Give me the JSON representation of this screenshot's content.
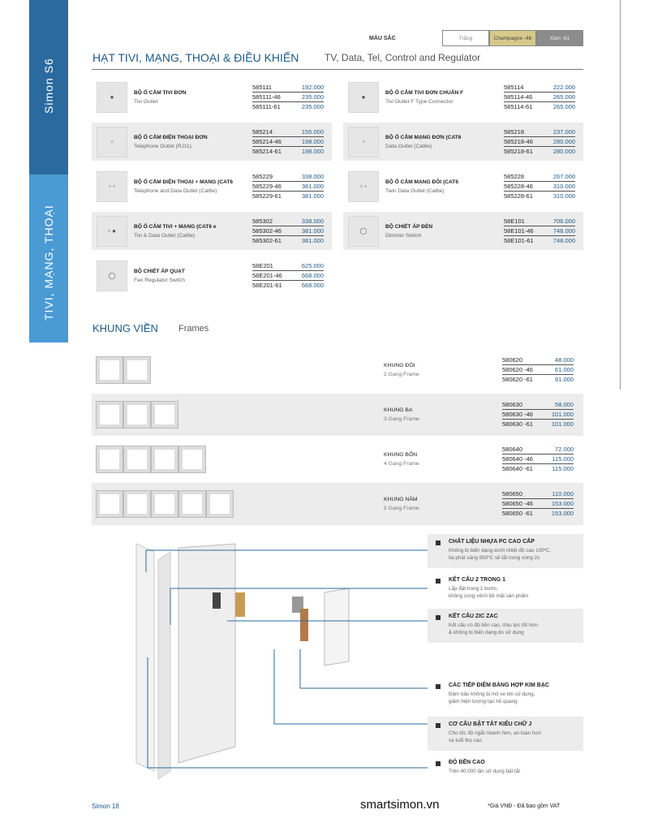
{
  "sidebar": {
    "top": "Simon  S6",
    "bottom": "TIVI, MẠNG, THOẠI"
  },
  "colors": {
    "label": "MÀU SẮC",
    "swatches": [
      {
        "name": "Trắng",
        "color": "#ffffff"
      },
      {
        "name": "Champagne -46",
        "color": "#d6c98a"
      },
      {
        "name": "Xám -61",
        "color": "#8c8c8c"
      }
    ]
  },
  "section1": {
    "title": "HẠT TIVI, MẠNG, THOẠI & ĐIỀU KHIỂN",
    "title_en": "TV, Data, Tel, Control and Regulator"
  },
  "products": [
    {
      "vi": "BỘ Ổ CẮM TIVI ĐƠN",
      "en": "Tivi Outlet",
      "icon": "●",
      "codes": [
        [
          "585111",
          "192.000"
        ],
        [
          "585111-46",
          "235.000"
        ],
        [
          "585111-61",
          "235.000"
        ]
      ]
    },
    {
      "vi": "BỘ Ổ CẮM TIVI ĐƠN CHUẨN F",
      "en": "Tivi Outlet F Type Connector",
      "icon": "●",
      "codes": [
        [
          "585114",
          "222.000"
        ],
        [
          "585114-46",
          "265.000"
        ],
        [
          "585114-61",
          "265.000"
        ]
      ]
    },
    {
      "vi": "BỘ Ổ CẮM ĐIỆN THOẠI ĐƠN",
      "en": "Telephone Outlet (RJ11)",
      "icon": "▫",
      "codes": [
        [
          "585214",
          "155.000"
        ],
        [
          "585214-46",
          "198.000"
        ],
        [
          "585214-61",
          "198.000"
        ]
      ]
    },
    {
      "vi": "BỘ Ổ CẮM MẠNG ĐƠN (CAT6",
      "en": "Data Outlet (Cat6e)",
      "icon": "▫",
      "codes": [
        [
          "585218",
          "237.000"
        ],
        [
          "585218-46",
          "280.000"
        ],
        [
          "585218-61",
          "280.000"
        ]
      ]
    },
    {
      "vi": "BỘ Ổ CẮM ĐIỆN THOẠI + MẠNG (CAT6",
      "en": "Telephone and Data Outlet (Cat6e)",
      "icon": "▫ ▫",
      "codes": [
        [
          "585229",
          "338.000"
        ],
        [
          "585229-46",
          "381.000"
        ],
        [
          "585229-61",
          "381.000"
        ]
      ]
    },
    {
      "vi": "BỘ Ổ CẮM MẠNG ĐÔI (CAT6",
      "en": "Twin Data Outlet (Cat6e)",
      "icon": "▫ ▫",
      "codes": [
        [
          "585228",
          "267.000"
        ],
        [
          "585228-46",
          "310.000"
        ],
        [
          "585228-61",
          "310.000"
        ]
      ]
    },
    {
      "vi": "BỘ Ổ CẮM TIVI + MẠNG (CAT6      e",
      "en": "Tivi & Data Outlet (Cat6e)",
      "icon": "▫ ●",
      "codes": [
        [
          "585302",
          "338.000"
        ],
        [
          "585302-46",
          "381.000"
        ],
        [
          "585302-61",
          "381.000"
        ]
      ]
    },
    {
      "vi": "BỘ CHIẾT ÁP ĐÈN",
      "en": "Dimmer Switch",
      "icon": "◯",
      "codes": [
        [
          "58E101",
          "706.000"
        ],
        [
          "58E101-46",
          "748.000"
        ],
        [
          "58E101-61",
          "748.000"
        ]
      ]
    },
    {
      "vi": "BỘ CHIẾT ÁP QUẠT",
      "en": "Fan Regulator Switch",
      "icon": "◯",
      "codes": [
        [
          "58E201",
          "625.000"
        ],
        [
          "58E201-46",
          "668.000"
        ],
        [
          "58E201-61",
          "668.000"
        ]
      ]
    }
  ],
  "section2": {
    "title": "KHUNG VIỀN",
    "title_en": "Frames"
  },
  "frames": [
    {
      "vi": "KHUNG ĐÔI",
      "en": "2 Gang Frame",
      "gangs": 2,
      "codes": [
        [
          "580620",
          "48.000"
        ],
        [
          "580620  -46",
          "61.000"
        ],
        [
          "580620  -61",
          "91.000"
        ]
      ]
    },
    {
      "vi": "KHUNG BA",
      "en": "3 Gang Frame",
      "gangs": 3,
      "codes": [
        [
          "580630",
          "58.000"
        ],
        [
          "580630  -46",
          "101.000"
        ],
        [
          "580630  -61",
          "101.000"
        ]
      ]
    },
    {
      "vi": "KHUNG BỐN",
      "en": "4 Gang Frame",
      "gangs": 4,
      "codes": [
        [
          "580640",
          "72.000"
        ],
        [
          "580640  -46",
          "115.000"
        ],
        [
          "580640  -61",
          "115.000"
        ]
      ]
    },
    {
      "vi": "KHUNG NĂM",
      "en": "5 Gang Frame",
      "gangs": 5,
      "codes": [
        [
          "580650",
          "110.000"
        ],
        [
          "580650  -46",
          "153.000"
        ],
        [
          "580650  -61",
          "153.000"
        ]
      ]
    }
  ],
  "features": [
    {
      "t": "CHẤT LIỆU NHỰA PC CAO CẤP",
      "d1": "Không bị biến dạng dưới nhiệt độ cao 100ºC,",
      "d2": "tia phát sáng 850ºC sẽ tắt trong vòng 2s"
    },
    {
      "t": "KẾT CẤU 2 TRONG 1",
      "d1": "Lắp đặt trong 1 bước,",
      "d2": "không cong vênh bề mặt sản phẩm"
    },
    {
      "t": "KẾT CẤU ZIC ZAC",
      "d1": "Kết cấu có độ bền cao, chịu lực tốt hơn",
      "d2": "& không bị biến dạng do sử dụng"
    },
    {
      "t": "CÁC TIẾP ĐIỂM BẰNG HỢP KIM BẠC",
      "d1": "Đảm bảo không bị mô ve khi sử dụng,",
      "d2": "giảm hiện tượng tạo hồ quang"
    },
    {
      "t": "CƠ CẤU BẬT TẮT KIỂU CHỮ J",
      "d1": "Cho tốc độ ngắt nhanh hơn, an toàn hơn",
      "d2": "và tuổi thọ cao"
    },
    {
      "t": "ĐỘ BỀN CAO",
      "d1": "Trên 40.000 lần sử dụng bật tắt",
      "d2": ""
    }
  ],
  "footer": {
    "page": "Simon 18",
    "site": "smartsimon.vn",
    "note": "*Giá VNĐ - Đã bao gồm VAT"
  }
}
